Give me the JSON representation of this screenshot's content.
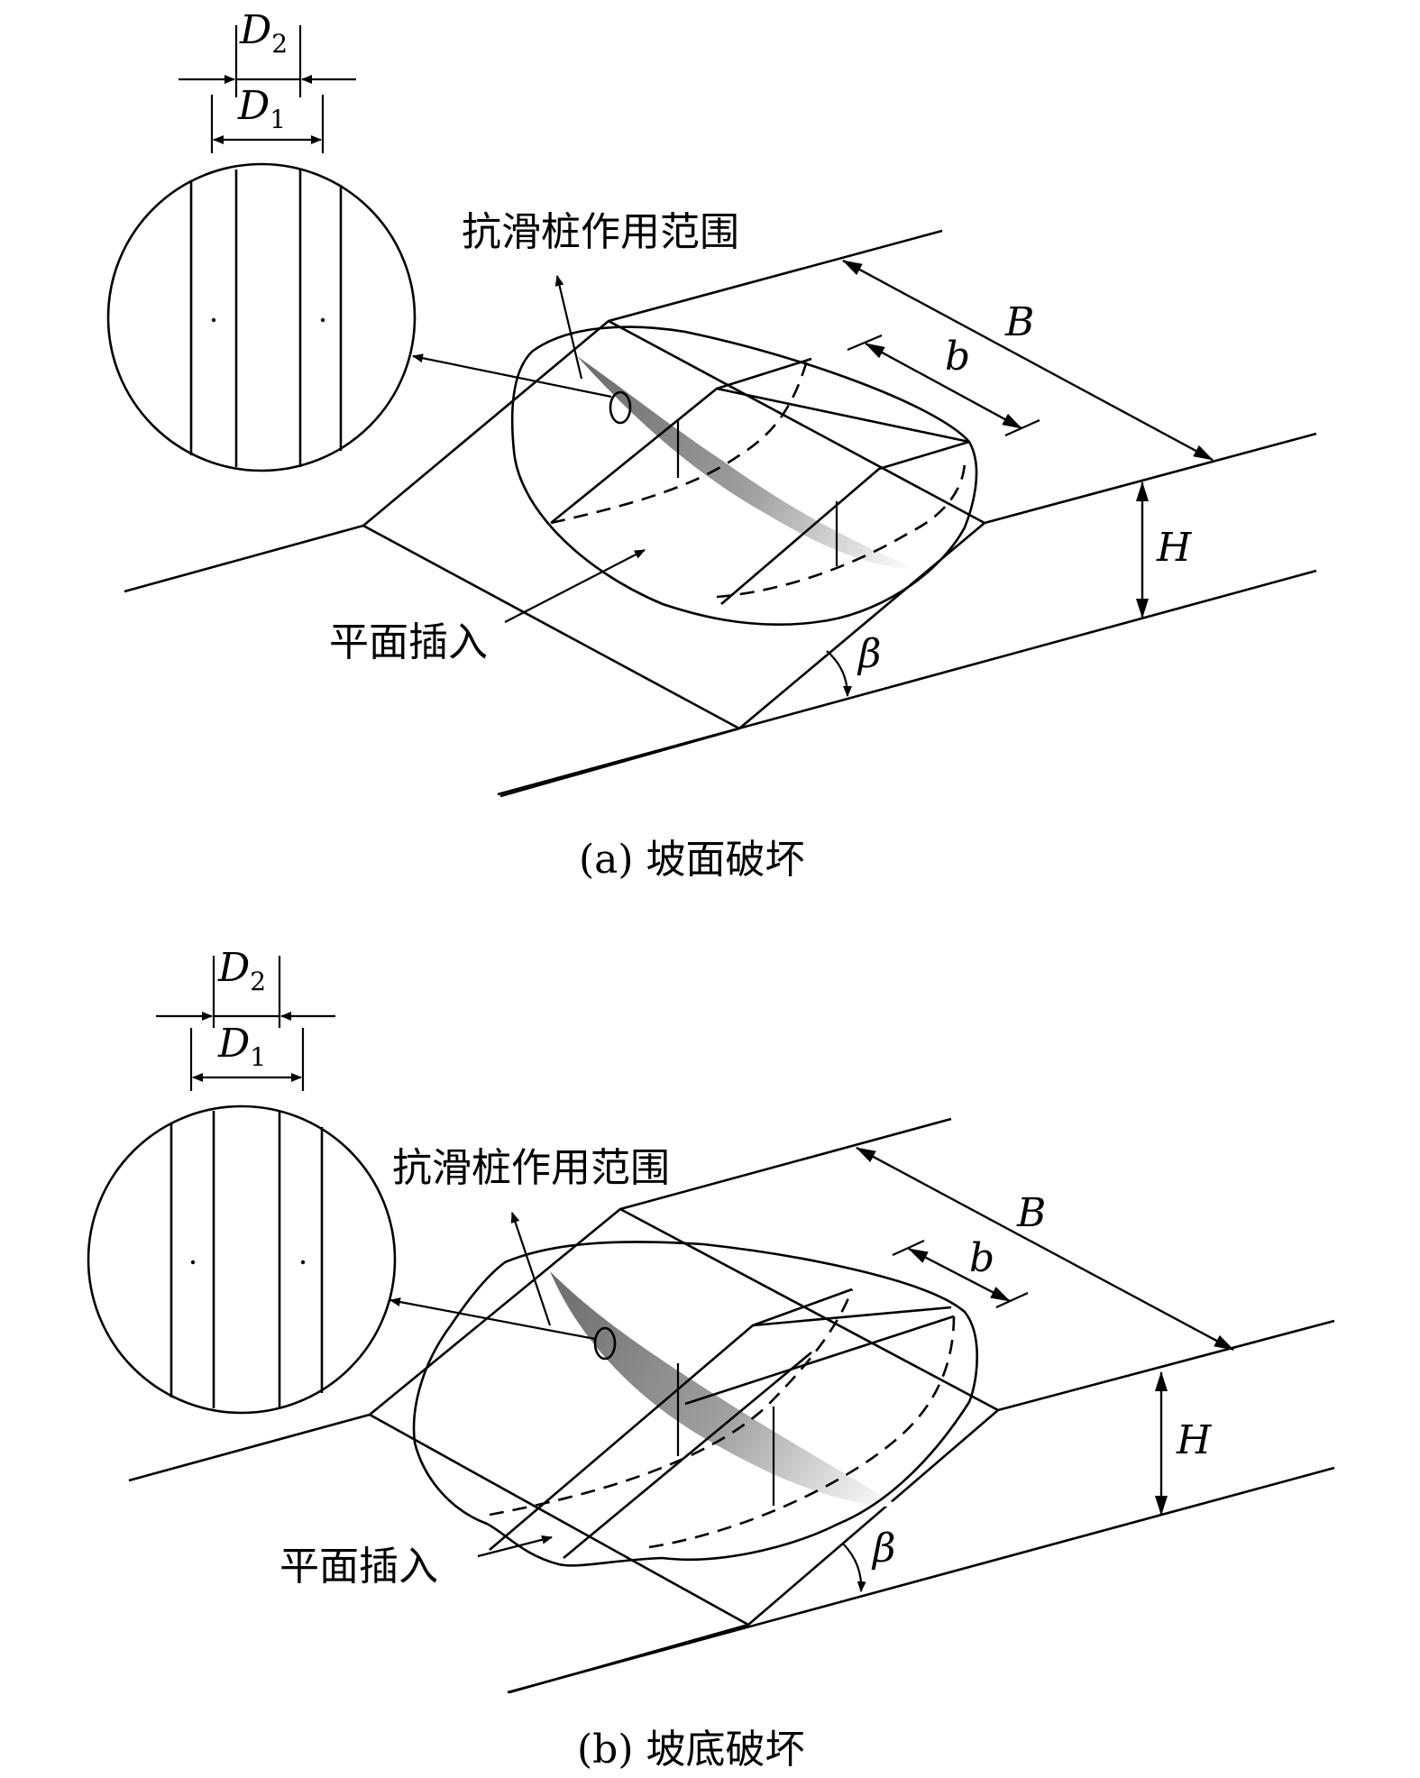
{
  "panels": [
    {
      "id": "a",
      "caption": "(a) 坡面破坏",
      "pile_zone_label": "抗滑桩作用范围",
      "plane_insert_label": "平面插入",
      "dimensions": {
        "D2": {
          "base": "D",
          "sub": "2"
        },
        "D1": {
          "base": "D",
          "sub": "1"
        },
        "B": "B",
        "b": "b",
        "H": "H",
        "beta": "β"
      }
    },
    {
      "id": "b",
      "caption": "(b) 坡底破坏",
      "pile_zone_label": "抗滑桩作用范围",
      "plane_insert_label": "平面插入",
      "dimensions": {
        "D2": {
          "base": "D",
          "sub": "2"
        },
        "D1": {
          "base": "D",
          "sub": "1"
        },
        "B": "B",
        "b": "b",
        "H": "H",
        "beta": "β"
      }
    }
  ]
}
